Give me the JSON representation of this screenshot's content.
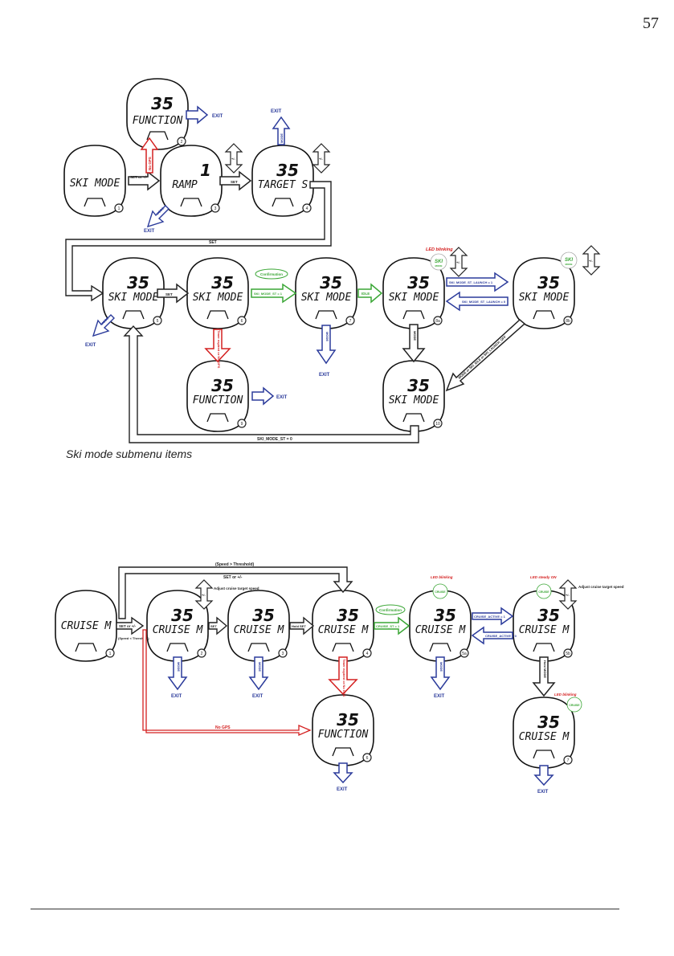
{
  "page_number": "57",
  "caption": "Ski mode submenu items",
  "colors": {
    "red": "#d42020",
    "blue": "#2b3b9b",
    "green": "#3aa635",
    "black": "#222222"
  },
  "ski": {
    "screens": {
      "s1": {
        "line1": "",
        "line2": "SKI MODE",
        "index": "1"
      },
      "s2": {
        "line1": "35",
        "line2": "FUNCTION",
        "index": "2"
      },
      "s3": {
        "line1": "1",
        "line2": "RAMP",
        "index": "3"
      },
      "s4": {
        "line1": "35",
        "line2": "TARGET S",
        "index": "4"
      },
      "s5": {
        "line1": "35",
        "line2": "SKI MODE",
        "index": "5"
      },
      "s6": {
        "line1": "35",
        "line2": "SKI MODE",
        "index": "6"
      },
      "s7": {
        "line1": "35",
        "line2": "SKI MODE",
        "index": "7"
      },
      "s8a": {
        "line1": "35",
        "line2": "SKI MODE",
        "index": "8a"
      },
      "s8b": {
        "line1": "35",
        "line2": "SKI MODE",
        "index": "8b"
      },
      "s9": {
        "line1": "35",
        "line2": "FUNCTION",
        "index": "9"
      },
      "s10": {
        "line1": "35",
        "line2": "SKI MODE",
        "index": "10"
      }
    },
    "labels": {
      "exit": "EXIT",
      "mode": "MODE",
      "set": "SET",
      "set_or_pm": "SET or +/-",
      "no_gps": "No GPS",
      "pm": "+/-",
      "confirmation": "Confirmation",
      "ski_mode_st_1": "SKI_MODE_ST = 1",
      "idle": "IDLE",
      "led_blinking": "LED blinking",
      "ski_badge_top": "SKI",
      "ski_badge_bottom": "MODE",
      "launch_1": "SKI_MODE_ST_LAUNCH = 1",
      "launch_0": "SKI_MODE_ST_LAUNCH = 0",
      "mode_or_idle": "MODE or SKI_IDLE or SKI_LAUNCH_OFF",
      "timer_expired": "Timer expired or No GPS",
      "ski_mode_st_0": "SKI_MODE_ST = 0"
    }
  },
  "cruise": {
    "screens": {
      "c1": {
        "line1": "",
        "line2": "CRUISE M",
        "index": "1"
      },
      "c2": {
        "line1": "35",
        "line2": "CRUISE M",
        "index": "2"
      },
      "c3": {
        "line1": "35",
        "line2": "CRUISE M",
        "index": "3"
      },
      "c4": {
        "line1": "35",
        "line2": "CRUISE M",
        "index": "4"
      },
      "c5a": {
        "line1": "35",
        "line2": "CRUISE M",
        "index": "5a"
      },
      "c5b": {
        "line1": "35",
        "line2": "CRUISE M",
        "index": "5b"
      },
      "c6": {
        "line1": "35",
        "line2": "FUNCTION",
        "index": "6"
      },
      "c7": {
        "line1": "35",
        "line2": "CRUISE M",
        "index": "7"
      }
    },
    "labels": {
      "speed_gt": "(Speed > Threshold)",
      "set_or_pm": "SET or +/-",
      "speed_lt": "(Speed < Threshold)",
      "adjust": "Adjust cruise target speed",
      "set": "SET",
      "hold_set": "Hold SET",
      "confirmation": "Confirmation",
      "cruise_st_1": "CRUISE_ST = 1",
      "led_blinking": "LED blinking",
      "led_steady": "LED steady ON",
      "cruise_badge": "CRUISE",
      "cruise_active_1": "CRUISE_ACTIVE = 1",
      "cruise_active_0": "CRUISE_ACTIVE = 0",
      "hold_mode": "Hold MODE",
      "no_gps": "No GPS",
      "timer_expired": "Timer expired or No GPS",
      "exit": "EXIT",
      "mode": "MODE",
      "pm": "+/-"
    }
  }
}
